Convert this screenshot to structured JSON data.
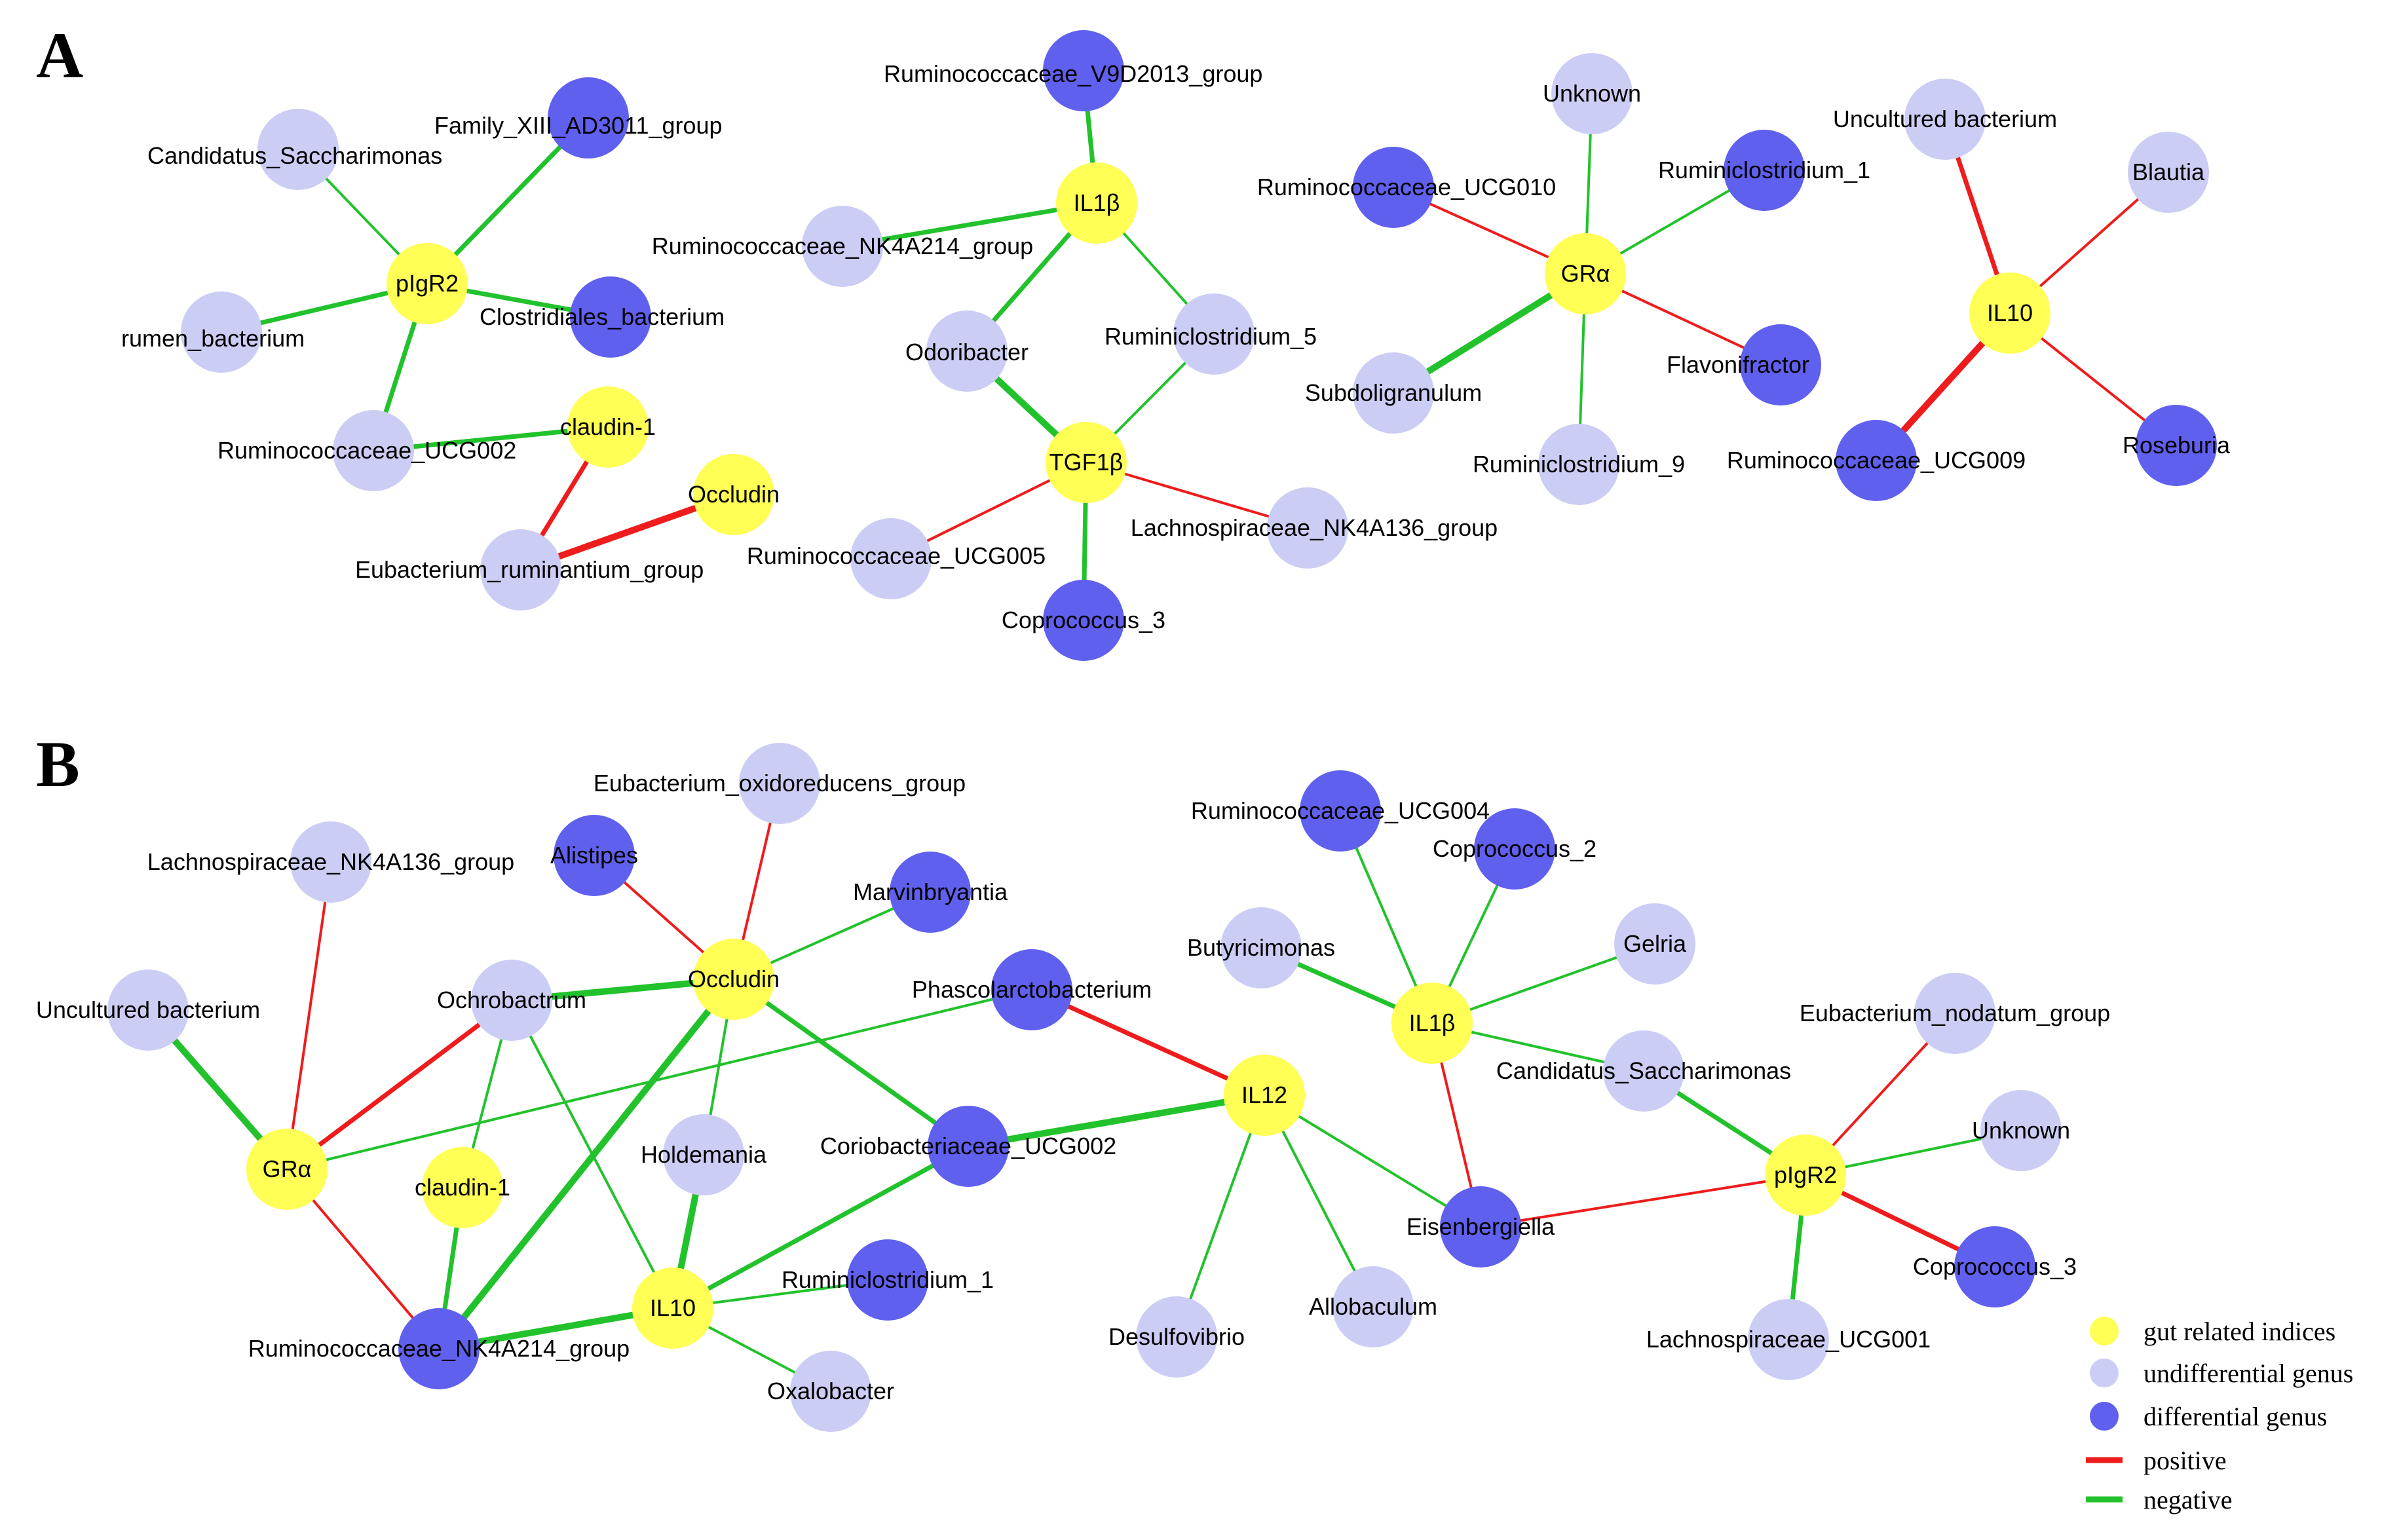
{
  "colors": {
    "index": "#ffff55",
    "undiff": "#cccdf4",
    "diff": "#6060ee",
    "positive": "#ee1c1c",
    "negative": "#22c22c"
  },
  "panels": [
    {
      "label": "A",
      "nodes": [
        {
          "id": "a_pigr2",
          "label": "pIgR2",
          "type": "index"
        },
        {
          "id": "a_cand",
          "label": "Candidatus_Saccharimonas",
          "type": "undiff"
        },
        {
          "id": "a_fam",
          "label": "Family_XIII_AD3011_group",
          "type": "diff"
        },
        {
          "id": "a_rumen",
          "label": "rumen_bacterium",
          "type": "undiff"
        },
        {
          "id": "a_clost",
          "label": "Clostridiales_bacterium",
          "type": "diff"
        },
        {
          "id": "a_ucg002",
          "label": "Ruminococcaceae_UCG002",
          "type": "undiff"
        },
        {
          "id": "a_claudin",
          "label": "claudin-1",
          "type": "index"
        },
        {
          "id": "a_occludin",
          "label": "Occludin",
          "type": "index"
        },
        {
          "id": "a_eub",
          "label": "Eubacterium_ruminantium_group",
          "type": "undiff"
        },
        {
          "id": "a_v9d",
          "label": "Ruminococcaceae_V9D2013_group",
          "type": "diff"
        },
        {
          "id": "a_il1b",
          "label": "IL1β",
          "type": "index"
        },
        {
          "id": "a_nk4a214",
          "label": "Ruminococcaceae_NK4A214_group",
          "type": "undiff"
        },
        {
          "id": "a_odori",
          "label": "Odoribacter",
          "type": "undiff"
        },
        {
          "id": "a_rumin5",
          "label": "Ruminiclostridium_5",
          "type": "undiff"
        },
        {
          "id": "a_tgf",
          "label": "TGF1β",
          "type": "index"
        },
        {
          "id": "a_ucg005",
          "label": "Ruminococcaceae_UCG005",
          "type": "undiff"
        },
        {
          "id": "a_lachno136",
          "label": "Lachnospiraceae_NK4A136_group",
          "type": "undiff"
        },
        {
          "id": "a_copro3",
          "label": "Coprococcus_3",
          "type": "diff"
        },
        {
          "id": "a_unknown",
          "label": "Unknown",
          "type": "undiff"
        },
        {
          "id": "a_ucg010",
          "label": "Ruminococcaceae_UCG010",
          "type": "diff"
        },
        {
          "id": "a_rumin1",
          "label": "Ruminiclostridium_1",
          "type": "diff"
        },
        {
          "id": "a_gra",
          "label": "GRα",
          "type": "index"
        },
        {
          "id": "a_subdo",
          "label": "Subdoligranulum",
          "type": "undiff"
        },
        {
          "id": "a_flavo",
          "label": "Flavonifractor",
          "type": "diff"
        },
        {
          "id": "a_rumin9",
          "label": "Ruminiclostridium_9",
          "type": "undiff"
        },
        {
          "id": "a_uncult",
          "label": "Uncultured bacterium",
          "type": "undiff"
        },
        {
          "id": "a_blautia",
          "label": "Blautia",
          "type": "undiff"
        },
        {
          "id": "a_il10",
          "label": "IL10",
          "type": "index"
        },
        {
          "id": "a_ucg009",
          "label": "Ruminococcaceae_UCG009",
          "type": "diff"
        },
        {
          "id": "a_rose",
          "label": "Roseburia",
          "type": "diff"
        }
      ],
      "edges": [
        {
          "from": "a_pigr2",
          "to": "a_cand",
          "sign": "negative",
          "weight": 1
        },
        {
          "from": "a_pigr2",
          "to": "a_fam",
          "sign": "negative",
          "weight": 2
        },
        {
          "from": "a_pigr2",
          "to": "a_rumen",
          "sign": "negative",
          "weight": 2
        },
        {
          "from": "a_pigr2",
          "to": "a_clost",
          "sign": "negative",
          "weight": 2
        },
        {
          "from": "a_pigr2",
          "to": "a_ucg002",
          "sign": "negative",
          "weight": 2
        },
        {
          "from": "a_ucg002",
          "to": "a_claudin",
          "sign": "negative",
          "weight": 2
        },
        {
          "from": "a_claudin",
          "to": "a_eub",
          "sign": "positive",
          "weight": 2
        },
        {
          "from": "a_occludin",
          "to": "a_eub",
          "sign": "positive",
          "weight": 3
        },
        {
          "from": "a_il1b",
          "to": "a_v9d",
          "sign": "negative",
          "weight": 2
        },
        {
          "from": "a_il1b",
          "to": "a_nk4a214",
          "sign": "negative",
          "weight": 2
        },
        {
          "from": "a_il1b",
          "to": "a_odori",
          "sign": "negative",
          "weight": 2
        },
        {
          "from": "a_il1b",
          "to": "a_rumin5",
          "sign": "negative",
          "weight": 1
        },
        {
          "from": "a_odori",
          "to": "a_tgf",
          "sign": "negative",
          "weight": 3
        },
        {
          "from": "a_rumin5",
          "to": "a_tgf",
          "sign": "negative",
          "weight": 1
        },
        {
          "from": "a_tgf",
          "to": "a_ucg005",
          "sign": "positive",
          "weight": 1
        },
        {
          "from": "a_tgf",
          "to": "a_lachno136",
          "sign": "positive",
          "weight": 1
        },
        {
          "from": "a_tgf",
          "to": "a_copro3",
          "sign": "negative",
          "weight": 2
        },
        {
          "from": "a_gra",
          "to": "a_unknown",
          "sign": "negative",
          "weight": 1
        },
        {
          "from": "a_gra",
          "to": "a_ucg010",
          "sign": "positive",
          "weight": 1
        },
        {
          "from": "a_gra",
          "to": "a_rumin1",
          "sign": "negative",
          "weight": 1
        },
        {
          "from": "a_gra",
          "to": "a_subdo",
          "sign": "negative",
          "weight": 3
        },
        {
          "from": "a_gra",
          "to": "a_flavo",
          "sign": "positive",
          "weight": 1
        },
        {
          "from": "a_gra",
          "to": "a_rumin9",
          "sign": "negative",
          "weight": 1
        },
        {
          "from": "a_il10",
          "to": "a_uncult",
          "sign": "positive",
          "weight": 2
        },
        {
          "from": "a_il10",
          "to": "a_blautia",
          "sign": "positive",
          "weight": 1
        },
        {
          "from": "a_il10",
          "to": "a_ucg009",
          "sign": "positive",
          "weight": 3
        },
        {
          "from": "a_il10",
          "to": "a_rose",
          "sign": "positive",
          "weight": 1
        }
      ]
    },
    {
      "label": "B",
      "nodes": [
        {
          "id": "b_lachno136",
          "label": "Lachnospiraceae_NK4A136_group",
          "type": "undiff"
        },
        {
          "id": "b_alist",
          "label": "Alistipes",
          "type": "diff"
        },
        {
          "id": "b_eubox",
          "label": "Eubacterium_oxidoreducens_group",
          "type": "undiff"
        },
        {
          "id": "b_marvin",
          "label": "Marvinbryantia",
          "type": "diff"
        },
        {
          "id": "b_uncult",
          "label": "Uncultured bacterium",
          "type": "undiff"
        },
        {
          "id": "b_ochro",
          "label": "Ochrobactrum",
          "type": "undiff"
        },
        {
          "id": "b_occludin",
          "label": "Occludin",
          "type": "index"
        },
        {
          "id": "b_phasco",
          "label": "Phascolarctobacterium",
          "type": "diff"
        },
        {
          "id": "b_gra",
          "label": "GRα",
          "type": "index"
        },
        {
          "id": "b_claudin",
          "label": "claudin-1",
          "type": "index"
        },
        {
          "id": "b_holde",
          "label": "Holdemania",
          "type": "undiff"
        },
        {
          "id": "b_corio",
          "label": "Coriobacteriaceae_UCG002",
          "type": "diff"
        },
        {
          "id": "b_il12",
          "label": "IL12",
          "type": "index"
        },
        {
          "id": "b_nk4a214",
          "label": "Ruminococcaceae_NK4A214_group",
          "type": "diff"
        },
        {
          "id": "b_il10",
          "label": "IL10",
          "type": "index"
        },
        {
          "id": "b_rumin1",
          "label": "Ruminiclostridium_1",
          "type": "diff"
        },
        {
          "id": "b_oxalo",
          "label": "Oxalobacter",
          "type": "undiff"
        },
        {
          "id": "b_ucg004",
          "label": "Ruminococcaceae_UCG004",
          "type": "diff"
        },
        {
          "id": "b_copro2",
          "label": "Coprococcus_2",
          "type": "diff"
        },
        {
          "id": "b_butyri",
          "label": "Butyricimonas",
          "type": "undiff"
        },
        {
          "id": "b_gelria",
          "label": "Gelria",
          "type": "undiff"
        },
        {
          "id": "b_il1b",
          "label": "IL1β",
          "type": "index"
        },
        {
          "id": "b_cand",
          "label": "Candidatus_Saccharimonas",
          "type": "undiff"
        },
        {
          "id": "b_desulfo",
          "label": "Desulfovibrio",
          "type": "undiff"
        },
        {
          "id": "b_allo",
          "label": "Allobaculum",
          "type": "undiff"
        },
        {
          "id": "b_eisen",
          "label": "Eisenbergiella",
          "type": "diff"
        },
        {
          "id": "b_eubnod",
          "label": "Eubacterium_nodatum_group",
          "type": "undiff"
        },
        {
          "id": "b_unknown",
          "label": "Unknown",
          "type": "undiff"
        },
        {
          "id": "b_pigr2",
          "label": "pIgR2",
          "type": "index"
        },
        {
          "id": "b_copro3",
          "label": "Coprococcus_3",
          "type": "diff"
        },
        {
          "id": "b_lachnoucg001",
          "label": "Lachnospiraceae_UCG001",
          "type": "undiff"
        }
      ],
      "edges": [
        {
          "from": "b_gra",
          "to": "b_lachno136",
          "sign": "positive",
          "weight": 1
        },
        {
          "from": "b_gra",
          "to": "b_uncult",
          "sign": "negative",
          "weight": 3
        },
        {
          "from": "b_gra",
          "to": "b_ochro",
          "sign": "positive",
          "weight": 2
        },
        {
          "from": "b_gra",
          "to": "b_phasco",
          "sign": "negative",
          "weight": 1
        },
        {
          "from": "b_gra",
          "to": "b_nk4a214",
          "sign": "positive",
          "weight": 1
        },
        {
          "from": "b_occludin",
          "to": "b_alist",
          "sign": "positive",
          "weight": 1
        },
        {
          "from": "b_occludin",
          "to": "b_eubox",
          "sign": "positive",
          "weight": 1
        },
        {
          "from": "b_occludin",
          "to": "b_marvin",
          "sign": "negative",
          "weight": 1
        },
        {
          "from": "b_occludin",
          "to": "b_ochro",
          "sign": "negative",
          "weight": 3
        },
        {
          "from": "b_occludin",
          "to": "b_holde",
          "sign": "negative",
          "weight": 1
        },
        {
          "from": "b_occludin",
          "to": "b_corio",
          "sign": "negative",
          "weight": 2
        },
        {
          "from": "b_occludin",
          "to": "b_nk4a214",
          "sign": "negative",
          "weight": 3
        },
        {
          "from": "b_ochro",
          "to": "b_claudin",
          "sign": "negative",
          "weight": 1
        },
        {
          "from": "b_ochro",
          "to": "b_il10",
          "sign": "negative",
          "weight": 1
        },
        {
          "from": "b_claudin",
          "to": "b_nk4a214",
          "sign": "negative",
          "weight": 2
        },
        {
          "from": "b_holde",
          "to": "b_il10",
          "sign": "negative",
          "weight": 3
        },
        {
          "from": "b_il10",
          "to": "b_nk4a214",
          "sign": "negative",
          "weight": 3
        },
        {
          "from": "b_il10",
          "to": "b_corio",
          "sign": "negative",
          "weight": 2
        },
        {
          "from": "b_il10",
          "to": "b_rumin1",
          "sign": "negative",
          "weight": 1
        },
        {
          "from": "b_il10",
          "to": "b_oxalo",
          "sign": "negative",
          "weight": 1
        },
        {
          "from": "b_corio",
          "to": "b_il12",
          "sign": "negative",
          "weight": 3
        },
        {
          "from": "b_phasco",
          "to": "b_il12",
          "sign": "positive",
          "weight": 2
        },
        {
          "from": "b_il12",
          "to": "b_desulfo",
          "sign": "negative",
          "weight": 1
        },
        {
          "from": "b_il12",
          "to": "b_allo",
          "sign": "negative",
          "weight": 1
        },
        {
          "from": "b_il12",
          "to": "b_eisen",
          "sign": "negative",
          "weight": 1
        },
        {
          "from": "b_il1b",
          "to": "b_ucg004",
          "sign": "negative",
          "weight": 1
        },
        {
          "from": "b_il1b",
          "to": "b_copro2",
          "sign": "negative",
          "weight": 1
        },
        {
          "from": "b_il1b",
          "to": "b_butyri",
          "sign": "negative",
          "weight": 2
        },
        {
          "from": "b_il1b",
          "to": "b_gelria",
          "sign": "negative",
          "weight": 1
        },
        {
          "from": "b_il1b",
          "to": "b_cand",
          "sign": "negative",
          "weight": 1
        },
        {
          "from": "b_il1b",
          "to": "b_eisen",
          "sign": "positive",
          "weight": 1
        },
        {
          "from": "b_cand",
          "to": "b_pigr2",
          "sign": "negative",
          "weight": 2
        },
        {
          "from": "b_eisen",
          "to": "b_pigr2",
          "sign": "positive",
          "weight": 1
        },
        {
          "from": "b_pigr2",
          "to": "b_eubnod",
          "sign": "positive",
          "weight": 1
        },
        {
          "from": "b_pigr2",
          "to": "b_unknown",
          "sign": "negative",
          "weight": 1
        },
        {
          "from": "b_pigr2",
          "to": "b_copro3",
          "sign": "positive",
          "weight": 2
        },
        {
          "from": "b_pigr2",
          "to": "b_lachnoucg001",
          "sign": "negative",
          "weight": 2
        }
      ]
    }
  ],
  "legend": [
    {
      "key": "index",
      "kind": "node",
      "label": "gut  related indices"
    },
    {
      "key": "undiff",
      "kind": "node",
      "label": "undifferential genus"
    },
    {
      "key": "diff",
      "kind": "node",
      "label": "differential genus"
    },
    {
      "key": "positive",
      "kind": "edge",
      "label": "positive"
    },
    {
      "key": "negative",
      "kind": "edge",
      "label": "negative"
    }
  ]
}
